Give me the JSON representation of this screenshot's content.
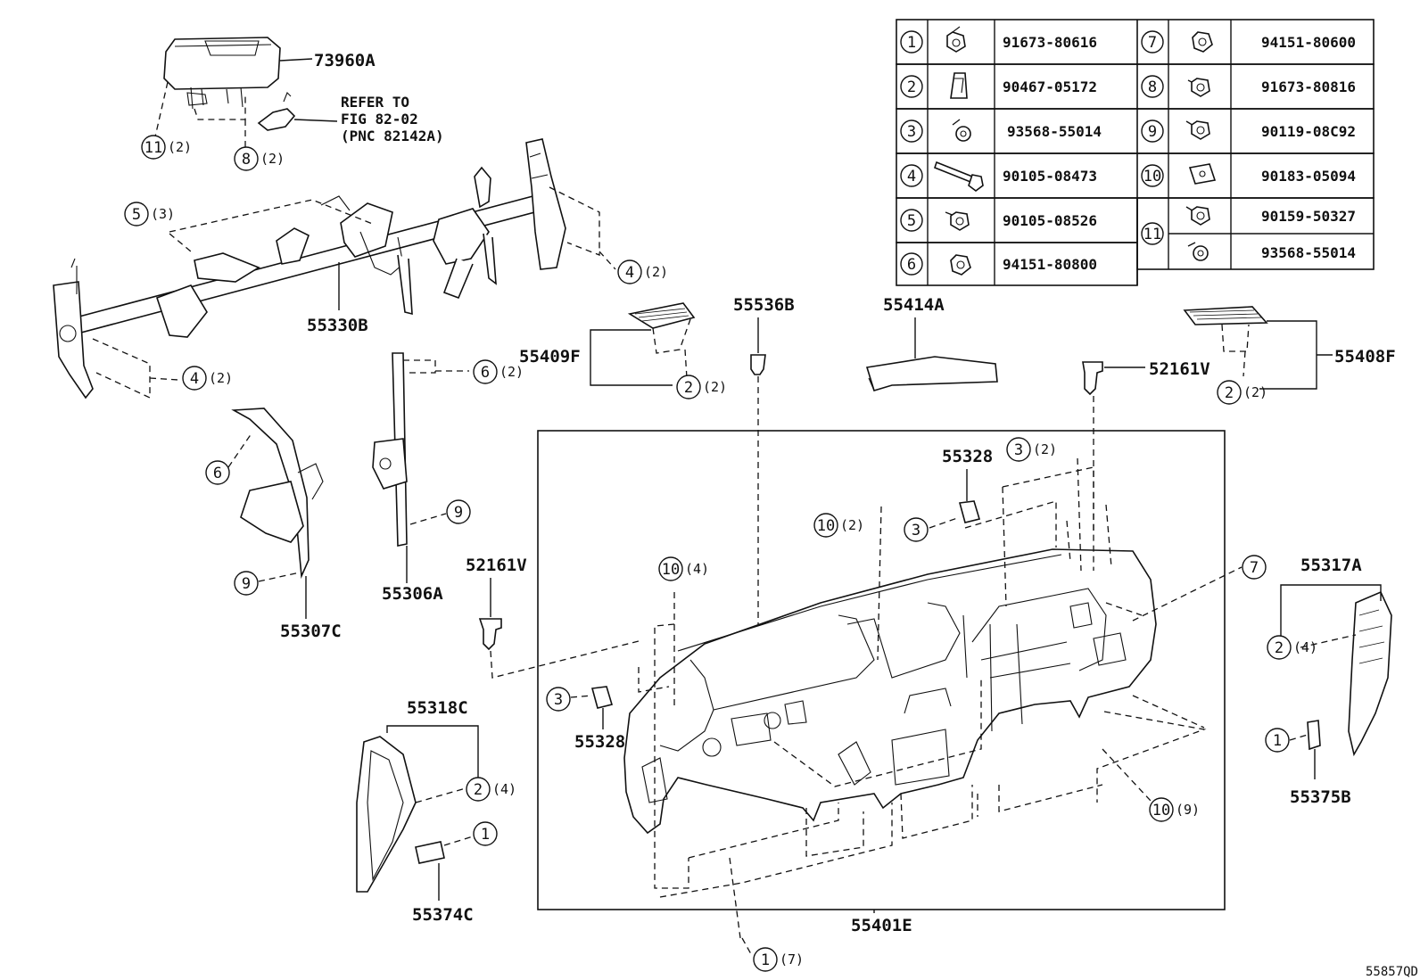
{
  "parts": {
    "p73960A": "73960A",
    "p55330B": "55330B",
    "p55409F": "55409F",
    "p55536B": "55536B",
    "p55414A": "55414A",
    "p52161V_r": "52161V",
    "p55408F": "55408F",
    "p52161V_l": "52161V",
    "p55328_top": "55328",
    "p55328_left": "55328",
    "p55307C": "55307C",
    "p55306A": "55306A",
    "p55317A": "55317A",
    "p55318C": "55318C",
    "p55374C": "55374C",
    "p55375B": "55375B",
    "p55401E": "55401E"
  },
  "refer": {
    "line1": "REFER TO",
    "line2": "FIG 82-02",
    "line3": "(PNC 82142A)"
  },
  "callouts": [
    {
      "num": "11",
      "qty": "(2)"
    },
    {
      "num": "8",
      "qty": "(2)"
    },
    {
      "num": "5",
      "qty": "(3)"
    },
    {
      "num": "4",
      "qty": "(2)"
    },
    {
      "num": "4",
      "qty": "(2)"
    },
    {
      "num": "6",
      "qty": "(2)"
    },
    {
      "num": "2",
      "qty": "(2)"
    },
    {
      "num": "2",
      "qty": "(2)"
    },
    {
      "num": "6",
      "qty": ""
    },
    {
      "num": "9",
      "qty": ""
    },
    {
      "num": "9",
      "qty": ""
    },
    {
      "num": "3",
      "qty": "(2)"
    },
    {
      "num": "10",
      "qty": "(2)"
    },
    {
      "num": "3",
      "qty": ""
    },
    {
      "num": "10",
      "qty": "(4)"
    },
    {
      "num": "7",
      "qty": ""
    },
    {
      "num": "2",
      "qty": "(4)"
    },
    {
      "num": "3",
      "qty": ""
    },
    {
      "num": "2",
      "qty": "(4)"
    },
    {
      "num": "1",
      "qty": ""
    },
    {
      "num": "1",
      "qty": ""
    },
    {
      "num": "10",
      "qty": "(9)"
    },
    {
      "num": "1",
      "qty": "(7)"
    }
  ],
  "fastener_table": [
    {
      "num": "1",
      "part": "91673-80616",
      "icon": "flange-bolt-icon"
    },
    {
      "num": "2",
      "part": "90467-05172",
      "icon": "clip-icon"
    },
    {
      "num": "3",
      "part": "93568-55014",
      "icon": "screw-icon"
    },
    {
      "num": "4",
      "part": "90105-08473",
      "icon": "long-bolt-icon"
    },
    {
      "num": "5",
      "part": "90105-08526",
      "icon": "flange-bolt-icon"
    },
    {
      "num": "6",
      "part": "94151-80800",
      "icon": "nut-icon"
    },
    {
      "num": "7",
      "part": "94151-80600",
      "icon": "nut-icon"
    },
    {
      "num": "8",
      "part": "91673-80816",
      "icon": "flange-bolt-icon"
    },
    {
      "num": "9",
      "part": "90119-08C92",
      "icon": "flange-bolt-icon"
    },
    {
      "num": "10",
      "part": "90183-05094",
      "icon": "clip-nut-icon"
    },
    {
      "num": "11",
      "part": "90159-50327",
      "icon": "flange-bolt-icon"
    },
    {
      "num": "11",
      "part": "93568-55014",
      "icon": "screw-icon"
    }
  ],
  "figure_code": "55857QD"
}
